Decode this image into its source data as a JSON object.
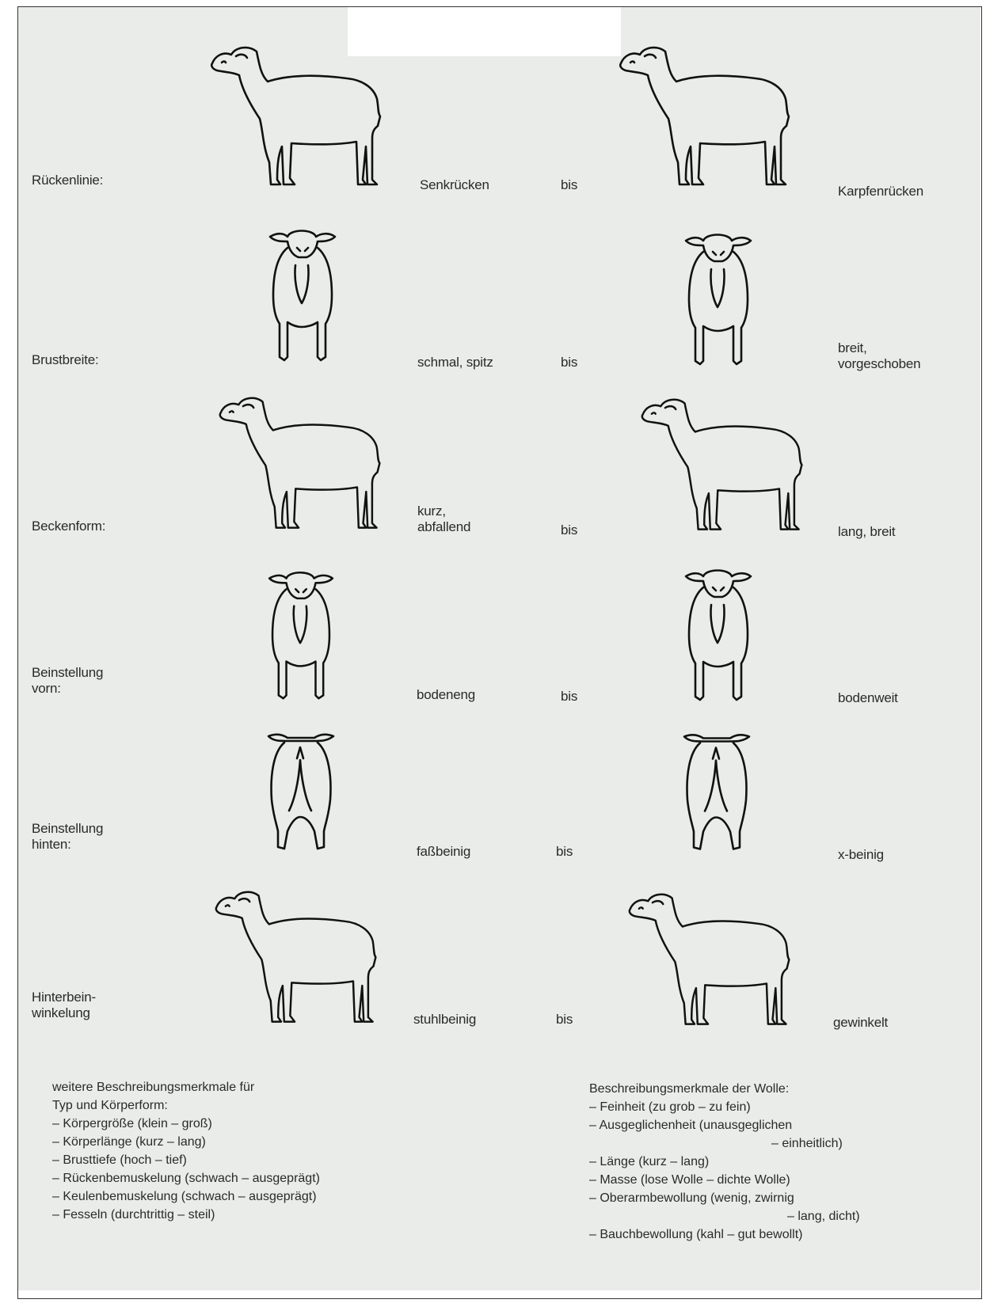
{
  "rows": [
    {
      "label": "Rückenlinie:",
      "left_desc": "Senkrücken",
      "bis": "bis",
      "right_desc": "Karpfenrücken"
    },
    {
      "label": "Brustbreite:",
      "left_desc": "schmal, spitz",
      "bis": "bis",
      "right_desc_line1": "breit,",
      "right_desc_line2": "vorgeschoben"
    },
    {
      "label": "Beckenform:",
      "left_desc_line1": "kurz,",
      "left_desc_line2": "abfallend",
      "bis": "bis",
      "right_desc": "lang, breit"
    },
    {
      "label_line1": "Beinstellung",
      "label_line2": "vorn:",
      "left_desc": "bodeneng",
      "bis": "bis",
      "right_desc": "bodenweit"
    },
    {
      "label_line1": "Beinstellung",
      "label_line2": "hinten:",
      "left_desc": "faßbeinig",
      "bis": "bis",
      "right_desc": "x-beinig"
    },
    {
      "label_line1": "Hinterbein-",
      "label_line2": "winkelung",
      "left_desc": "stuhlbeinig",
      "bis": "bis",
      "right_desc": "gewinkelt"
    }
  ],
  "notes_left": {
    "title_line1": "weitere Beschreibungsmerkmale für",
    "title_line2": "Typ und Körperform:",
    "items": [
      "– Körpergröße (klein – groß)",
      "– Körperlänge (kurz – lang)",
      "– Brusttiefe (hoch – tief)",
      "– Rückenbemuskelung (schwach – ausgeprägt)",
      "– Keulenbemuskelung (schwach – ausgeprägt)",
      "– Fesseln (durchtrittig – steil)"
    ]
  },
  "notes_right": {
    "title": "Beschreibungsmerkmale der Wolle:",
    "items": [
      "– Feinheit (zu grob – zu fein)",
      "– Ausgeglichenheit (unausgeglichen",
      "– einheitlich)",
      "– Länge (kurz – lang)",
      "– Masse (lose Wolle – dichte Wolle)",
      "– Oberarmbewollung (wenig, zwirnig",
      "– lang, dicht)",
      "– Bauchbewollung (kahl – gut bewollt)"
    ]
  },
  "icons": [
    "sheep-side-icon",
    "sheep-front-icon",
    "sheep-rear-icon"
  ]
}
